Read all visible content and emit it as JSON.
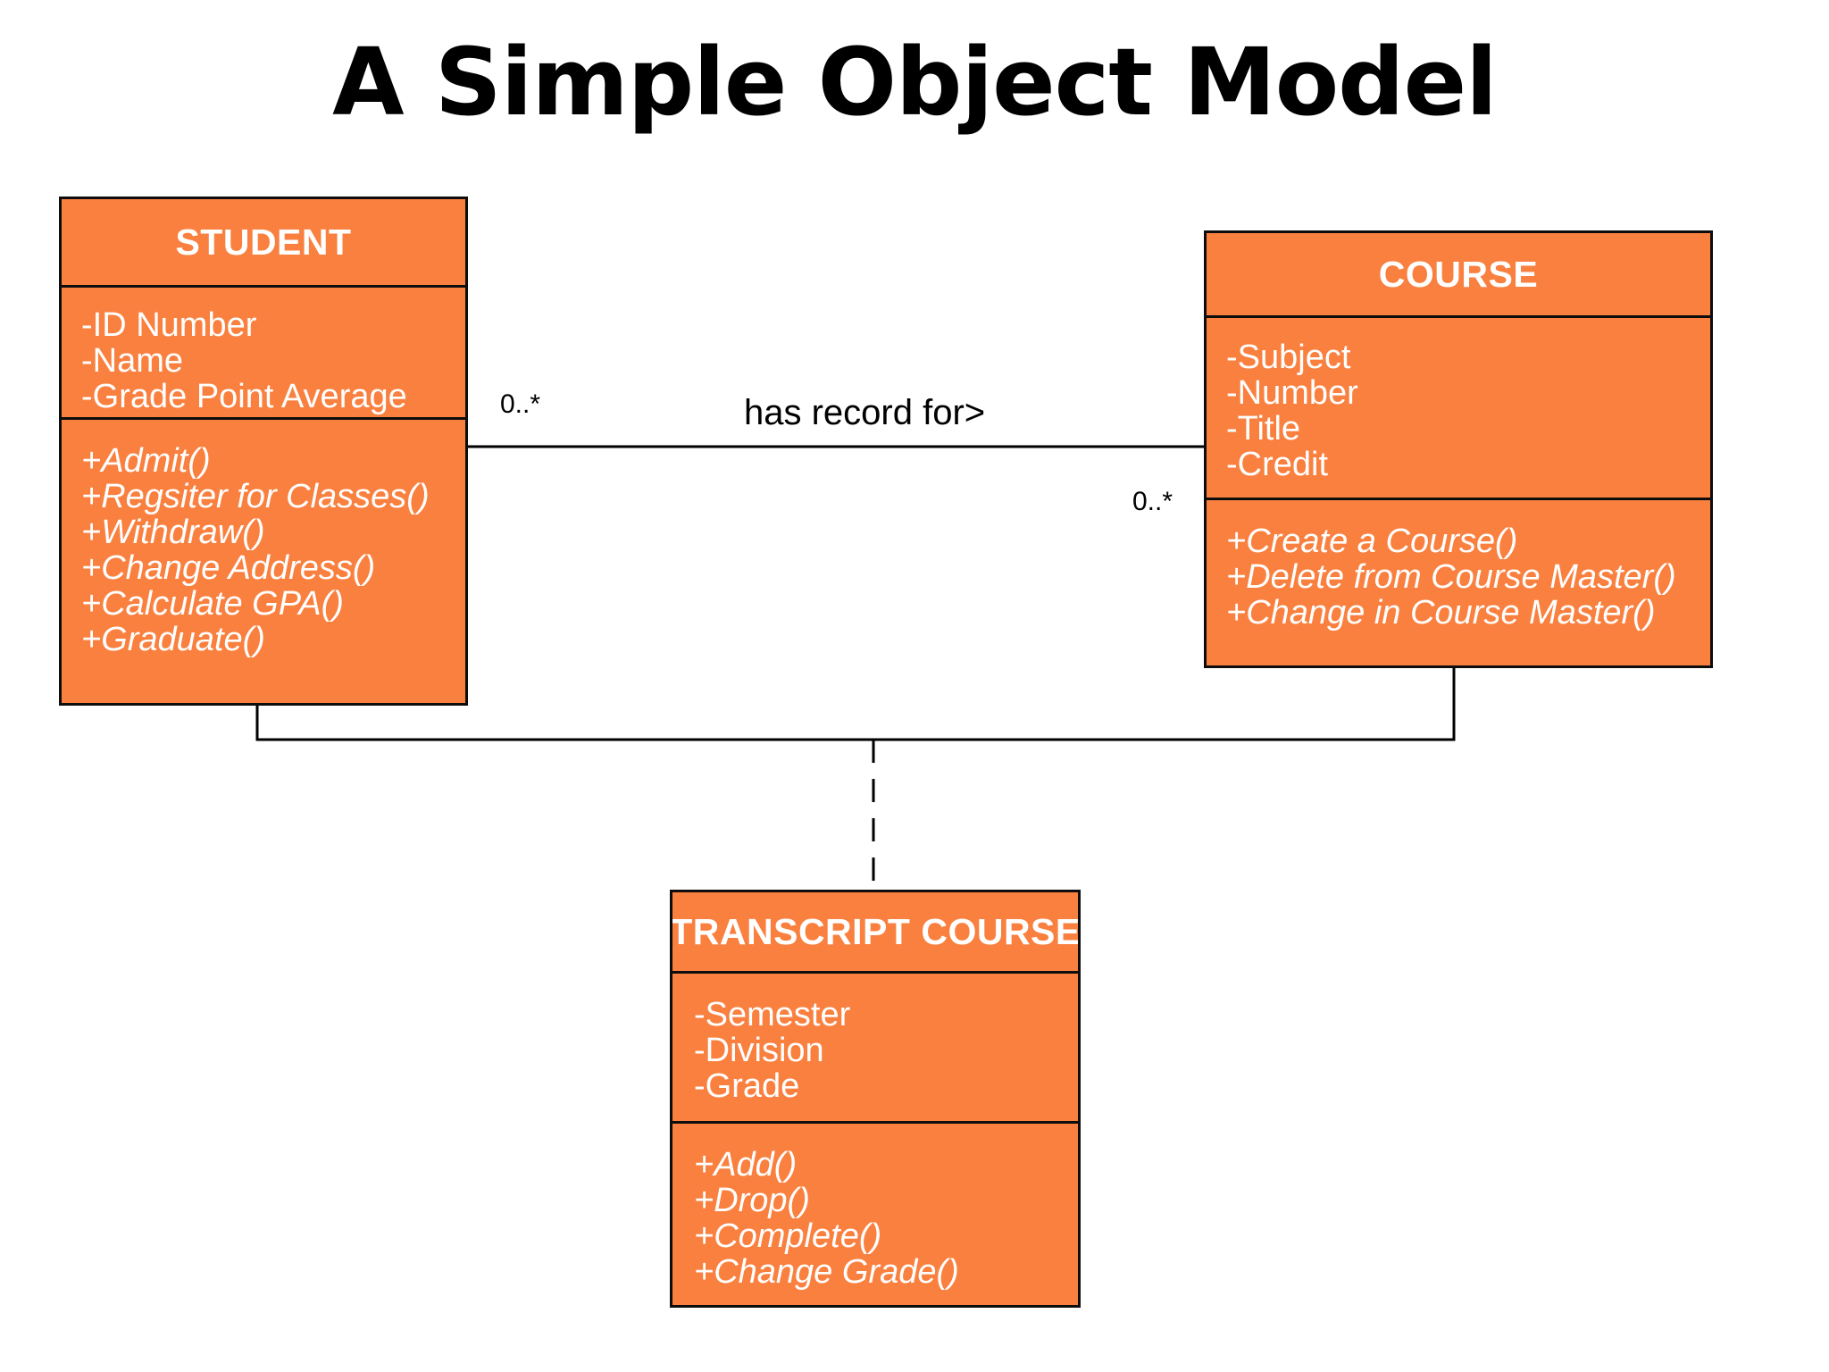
{
  "title": "A Simple Object Model",
  "colors": {
    "class_fill": "#F9803F",
    "class_border": "#0d0d0d",
    "class_text": "#ffffff",
    "title_text": "#000000",
    "connector": "#000000",
    "background": "#ffffff"
  },
  "classes": {
    "student": {
      "name": "STUDENT",
      "attributes": [
        " -ID Number",
        "-Name",
        "   -Grade Point Average"
      ],
      "operations": [
        " +Admit()",
        "   +Regsiter for Classes()",
        " +Withdraw()",
        "  +Change Address()",
        "  +Calculate GPA()",
        " +Graduate()"
      ]
    },
    "course": {
      "name": "COURSE",
      "attributes": [
        "-Subject",
        "-Number",
        "-Title",
        "-Credit"
      ],
      "operations": [
        " +Create a Course()",
        "   +Delete from Course Master()",
        "  +Change in Course Master()"
      ]
    },
    "transcript_course": {
      "name": "TRANSCRIPT COURSE",
      "attributes": [
        " -Semester",
        "-Division",
        "-Grade"
      ],
      "operations": [
        " +Add()",
        "+Drop()",
        "  +Complete()",
        "   +Change Grade()"
      ]
    }
  },
  "associations": {
    "has_record_for": {
      "label": "has record for>",
      "student_multiplicity": "0..*",
      "course_multiplicity": "0..*"
    }
  },
  "diagram_data": {
    "type": "uml-class-diagram",
    "notation": "UML",
    "nodes": [
      "STUDENT",
      "COURSE",
      "TRANSCRIPT COURSE"
    ],
    "edges": [
      {
        "from": "STUDENT",
        "to": "COURSE",
        "kind": "association",
        "label": "has record for>",
        "from_multiplicity": "0..*",
        "to_multiplicity": "0..*"
      },
      {
        "from": "has record for>",
        "to": "TRANSCRIPT COURSE",
        "kind": "association-class-link",
        "style": "dashed"
      }
    ]
  }
}
